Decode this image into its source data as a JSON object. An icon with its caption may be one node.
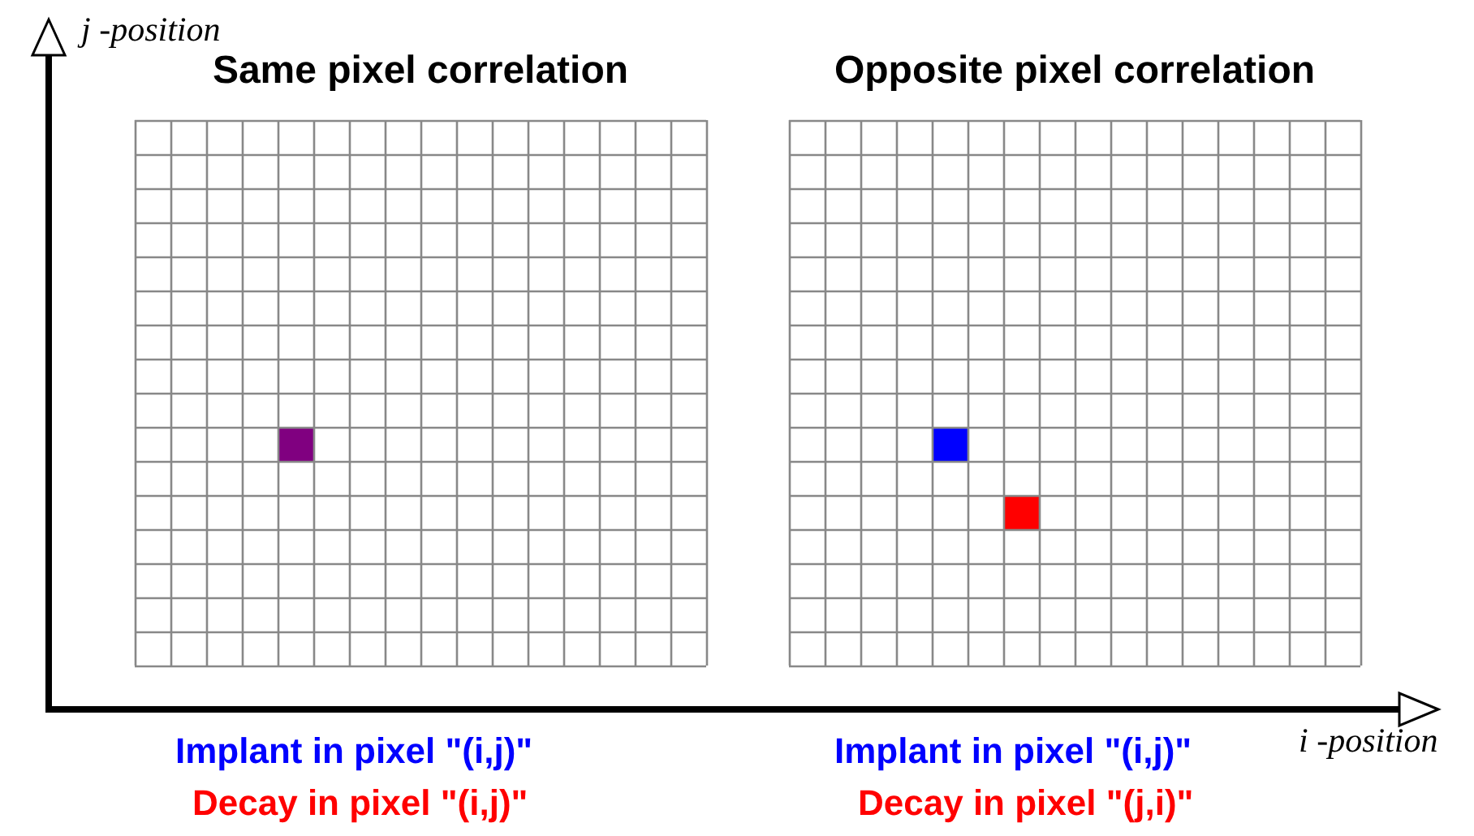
{
  "diagram": {
    "nodes": [
      {
        "text": [
          "Same pixel correlation"
        ]
      },
      {
        "text": [
          "Opposite pixel correlation"
        ]
      }
    ],
    "edges": [],
    "labels": [
      "j -position",
      "Implant in pixel \"(i,j)\"",
      "Implant in pixel \"(i,j)\"",
      "i -position",
      "Decay in pixel \"(i,j)\"",
      "Decay in pixel \"(j,i)\""
    ]
  }
}
